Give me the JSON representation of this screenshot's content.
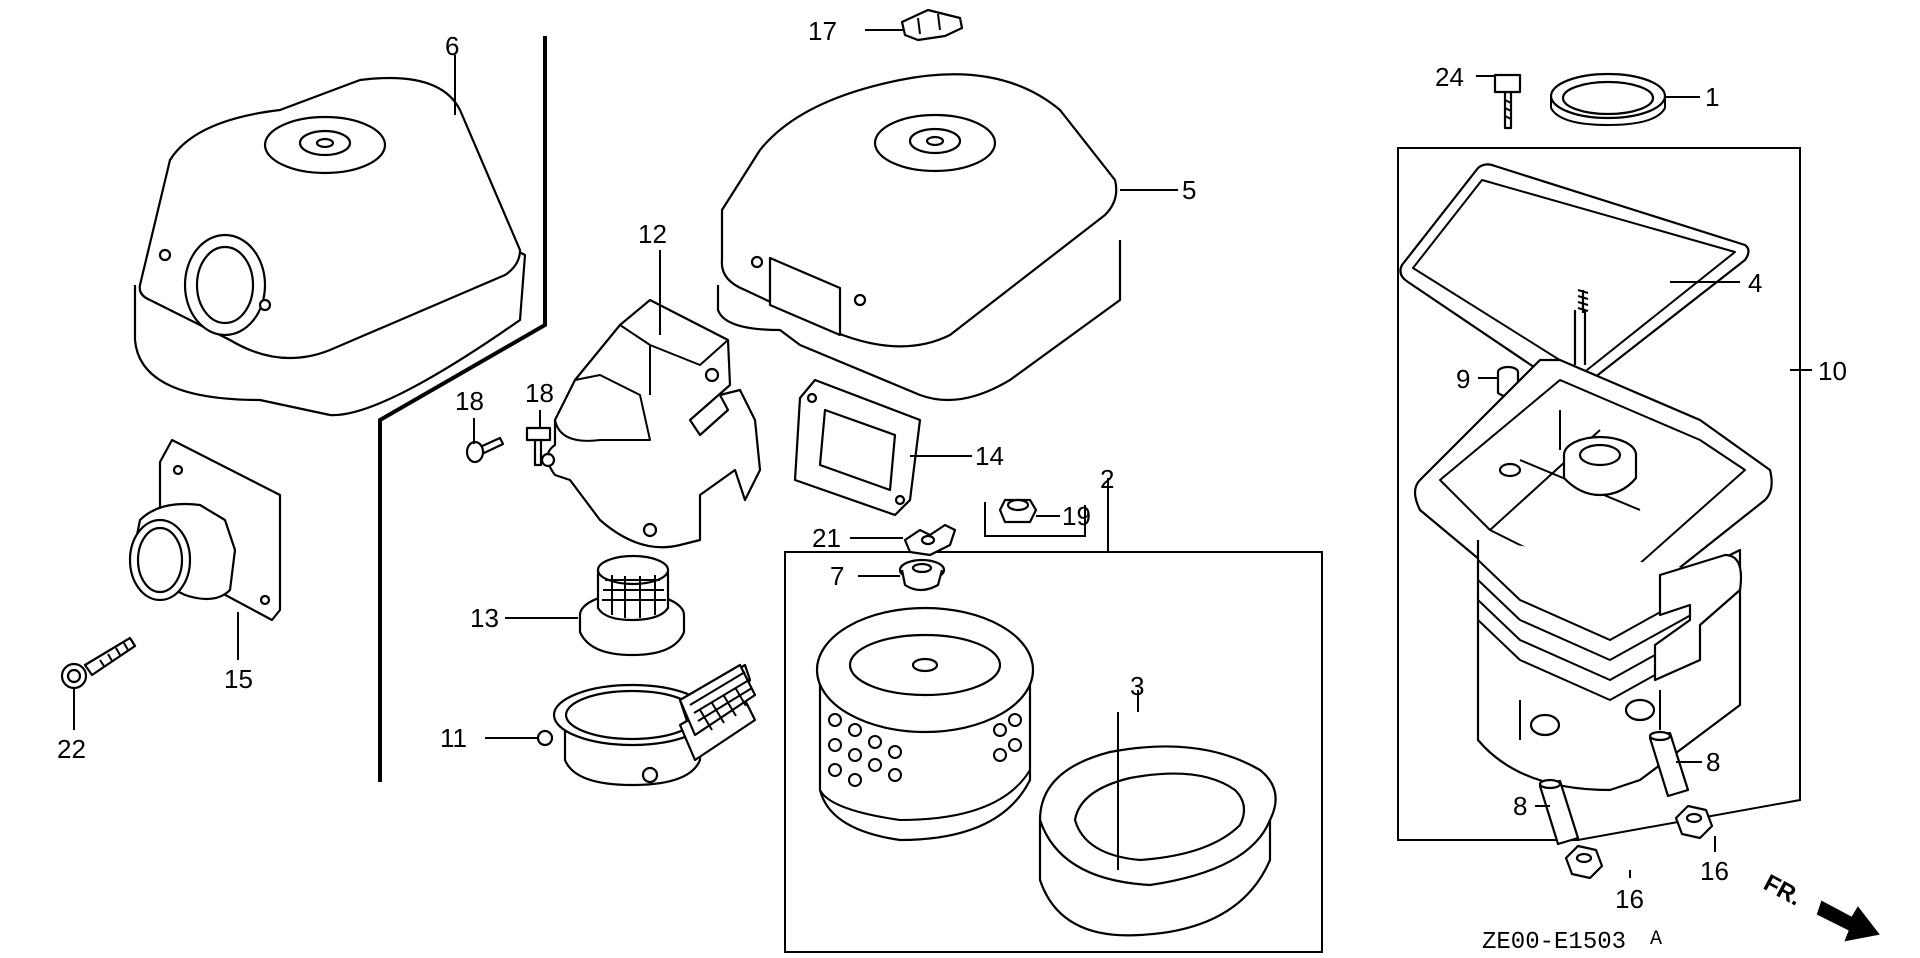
{
  "drawing_code": "ZE00-E1503",
  "drawing_code_suffix": "A",
  "direction_label": "FR.",
  "callouts": {
    "c1": "1",
    "c2": "2",
    "c3": "3",
    "c4": "4",
    "c5": "5",
    "c6": "6",
    "c7": "7",
    "c8a": "8",
    "c8b": "8",
    "c9": "9",
    "c10": "10",
    "c11": "11",
    "c12": "12",
    "c13": "13",
    "c14": "14",
    "c15": "15",
    "c16a": "16",
    "c16b": "16",
    "c17": "17",
    "c18a": "18",
    "c18b": "18",
    "c19": "19",
    "c21": "21",
    "c22": "22",
    "c24": "24"
  }
}
